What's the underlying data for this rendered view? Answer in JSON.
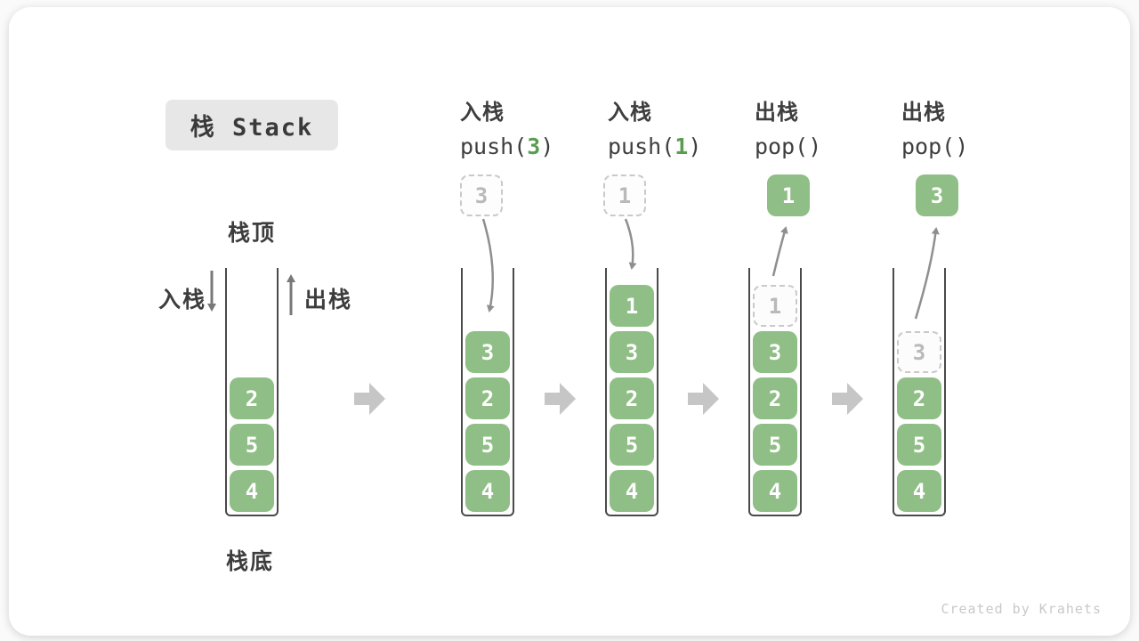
{
  "title": "栈 Stack",
  "stack_top_label": "栈顶",
  "stack_bottom_label": "栈底",
  "side_labels": {
    "push": "入栈",
    "pop": "出栈"
  },
  "watermark": "Created by Krahets",
  "colors": {
    "block_green": "#8fbe86",
    "code_arg_green": "#599d51",
    "dark_text": "#3d3d3d",
    "ghost_gray": "#b9b9b9",
    "ghost_border": "#c9c9c9",
    "container_wall": "#4a4a4a",
    "flow_arrow_gray": "#c6c6c6",
    "curve_arrow_gray": "#8f8f8f",
    "badge_bg": "#e7e7e7"
  },
  "columns": [
    {
      "name": "initial-stack",
      "blocks": [
        {
          "value": "2",
          "type": "solid"
        },
        {
          "value": "5",
          "type": "solid"
        },
        {
          "value": "4",
          "type": "solid"
        }
      ]
    },
    {
      "name": "after-push-3",
      "op": {
        "title": "入栈",
        "code_parts": [
          {
            "text": "push(",
            "kind": "code"
          },
          {
            "text": "3",
            "kind": "arg"
          },
          {
            "text": ")",
            "kind": "code"
          }
        ]
      },
      "floating": {
        "value": "3",
        "style": "dashed"
      },
      "blocks": [
        {
          "value": "3",
          "type": "solid"
        },
        {
          "value": "2",
          "type": "solid"
        },
        {
          "value": "5",
          "type": "solid"
        },
        {
          "value": "4",
          "type": "solid"
        }
      ]
    },
    {
      "name": "after-push-1",
      "op": {
        "title": "入栈",
        "code_parts": [
          {
            "text": "push(",
            "kind": "code"
          },
          {
            "text": "1",
            "kind": "arg"
          },
          {
            "text": ")",
            "kind": "code"
          }
        ]
      },
      "floating": {
        "value": "1",
        "style": "dashed"
      },
      "blocks": [
        {
          "value": "1",
          "type": "solid"
        },
        {
          "value": "3",
          "type": "solid"
        },
        {
          "value": "2",
          "type": "solid"
        },
        {
          "value": "5",
          "type": "solid"
        },
        {
          "value": "4",
          "type": "solid"
        }
      ]
    },
    {
      "name": "after-pop-1",
      "op": {
        "title": "出栈",
        "code_parts": [
          {
            "text": "pop()",
            "kind": "code"
          }
        ]
      },
      "floating": {
        "value": "1",
        "style": "solid"
      },
      "blocks": [
        {
          "value": "1",
          "type": "ghost"
        },
        {
          "value": "3",
          "type": "solid"
        },
        {
          "value": "2",
          "type": "solid"
        },
        {
          "value": "5",
          "type": "solid"
        },
        {
          "value": "4",
          "type": "solid"
        }
      ]
    },
    {
      "name": "after-pop-3",
      "op": {
        "title": "出栈",
        "code_parts": [
          {
            "text": "pop()",
            "kind": "code"
          }
        ]
      },
      "floating": {
        "value": "3",
        "style": "solid"
      },
      "blocks": [
        {
          "value": "3",
          "type": "ghost"
        },
        {
          "value": "2",
          "type": "solid"
        },
        {
          "value": "5",
          "type": "solid"
        },
        {
          "value": "4",
          "type": "solid"
        }
      ]
    }
  ]
}
